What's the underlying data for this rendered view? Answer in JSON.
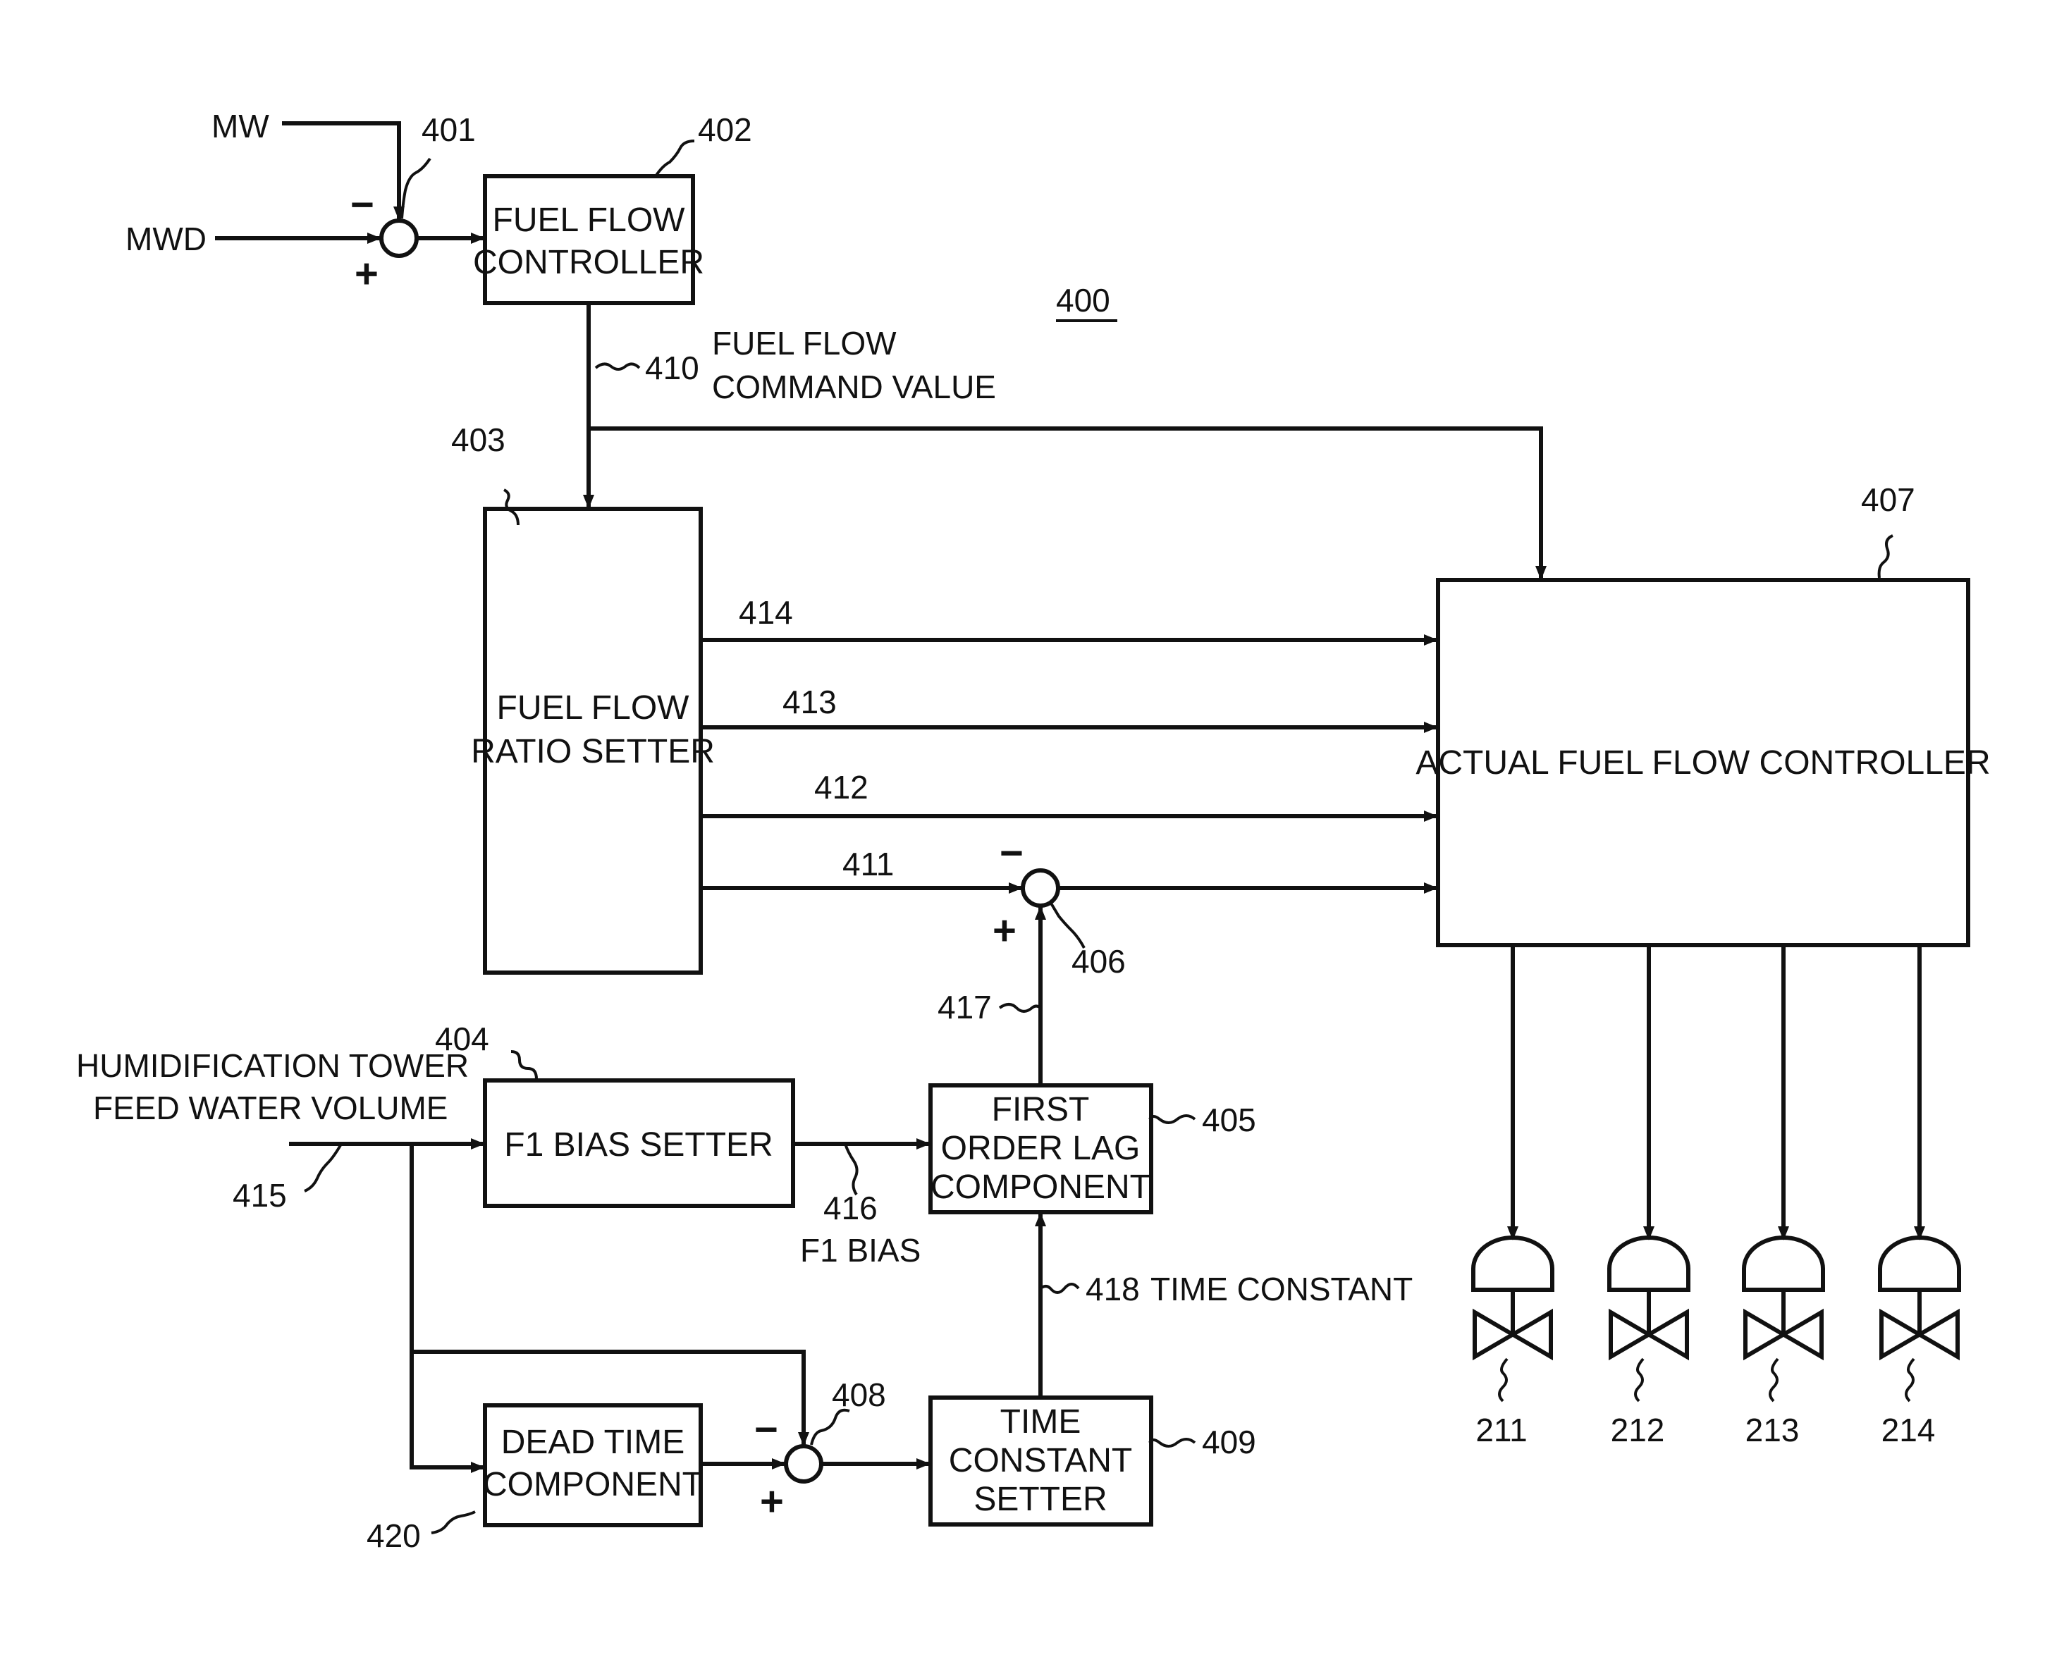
{
  "diagram": {
    "title": "400",
    "inputs": {
      "mw": "MW",
      "mwd": "MWD"
    },
    "humidification_label": [
      "HUMIDIFICATION TOWER",
      "FEED WATER VOLUME"
    ],
    "blocks": {
      "fuel_flow_controller": {
        "ref": "402",
        "lines": [
          "FUEL FLOW",
          "CONTROLLER"
        ]
      },
      "fuel_flow_ratio_setter": {
        "ref": "403",
        "lines": [
          "FUEL FLOW",
          "RATIO SETTER"
        ]
      },
      "f1_bias_setter": {
        "ref": "404",
        "lines": [
          "F1 BIAS SETTER"
        ]
      },
      "first_order_lag": {
        "ref": "405",
        "lines": [
          "FIRST",
          "ORDER LAG",
          "COMPONENT"
        ]
      },
      "actual_fuel_flow_controller": {
        "ref": "407",
        "lines": [
          "ACTUAL FUEL FLOW CONTROLLER"
        ]
      },
      "time_constant_setter": {
        "ref": "409",
        "lines": [
          "TIME",
          "CONSTANT",
          "SETTER"
        ]
      },
      "dead_time_component": {
        "ref": "420",
        "lines": [
          "DEAD TIME",
          "COMPONENT"
        ]
      }
    },
    "junctions": {
      "j401": "401",
      "j406": "406",
      "j408": "408"
    },
    "signs": {
      "minus": "−",
      "plus": "+"
    },
    "signals": {
      "s410": {
        "ref": "410",
        "lines": [
          "FUEL FLOW",
          "COMMAND VALUE"
        ]
      },
      "s411": "411",
      "s412": "412",
      "s413": "413",
      "s414": "414",
      "s415": "415",
      "s416": {
        "ref": "416",
        "text": "F1 BIAS"
      },
      "s417": "417",
      "s418": {
        "ref": "418",
        "text": "TIME CONSTANT"
      }
    },
    "valves": [
      "211",
      "212",
      "213",
      "214"
    ]
  }
}
